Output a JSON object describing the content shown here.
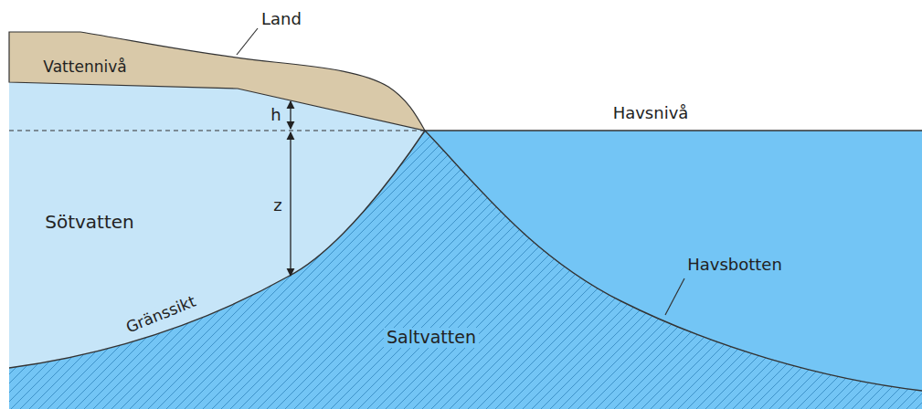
{
  "diagram": {
    "labels": [
      "Land",
      "Vattennivå",
      "h",
      "z",
      "Havsnivå",
      "Sötvatten",
      "Gränssikt",
      "Saltvatten",
      "Havsbotten"
    ]
  }
}
